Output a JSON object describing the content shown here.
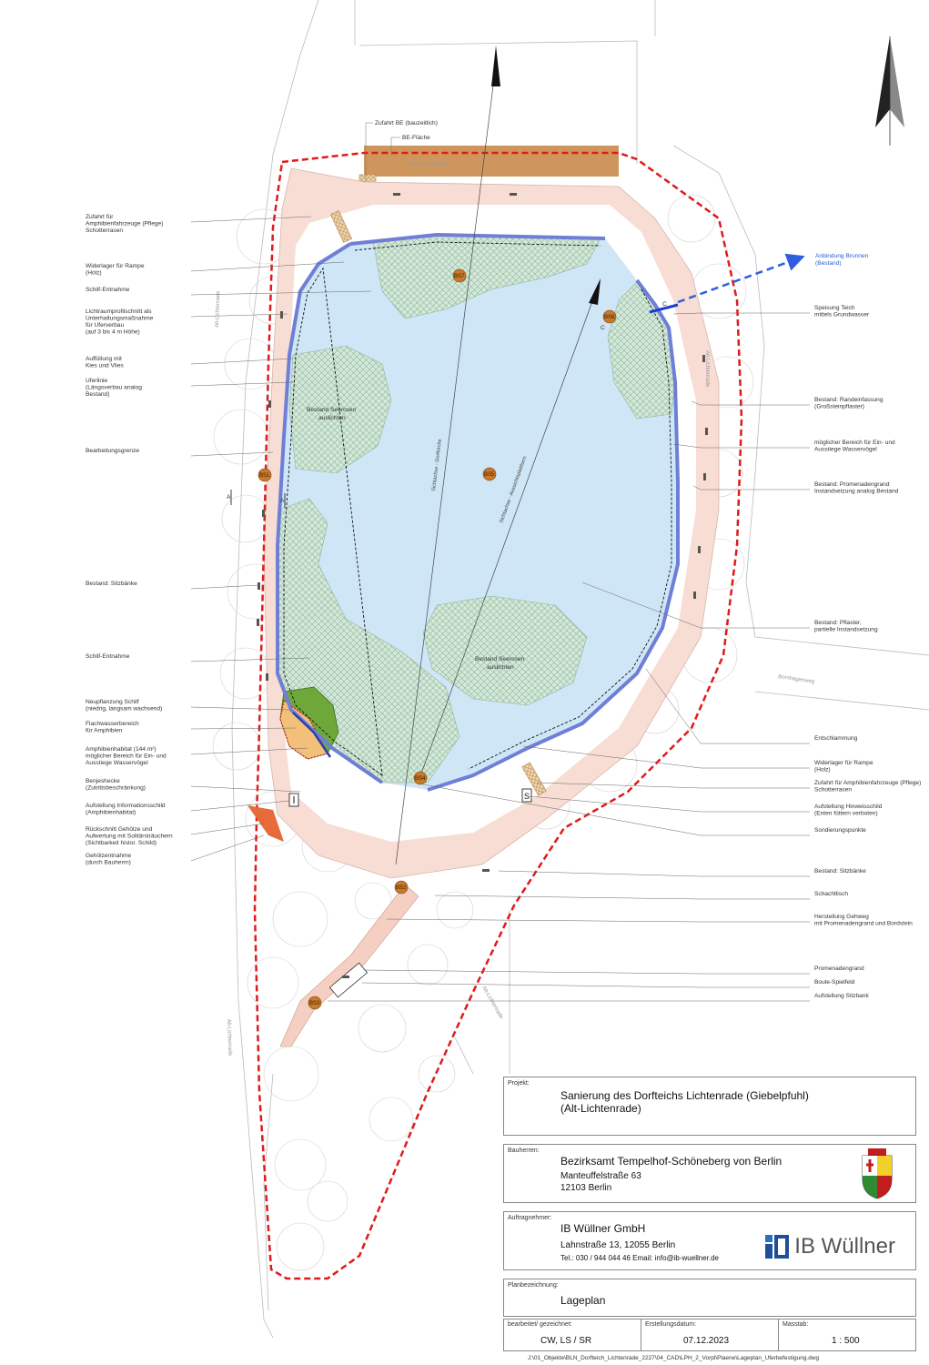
{
  "plan_labels": {
    "north": "Sichtachse - Dorfkirche",
    "sight_platform": "Sichtachse - Aussichtsplattform",
    "zufahrt_be": "Zufahrt BE (bauzeitlich)",
    "be_flaeche": "BE-Fläche",
    "anbindung_1": "Anbindung Brunnen",
    "anbindung_2": "(Bestand)",
    "seerosen_1a": "Bestand Seerosen",
    "seerosen_1b": "auslichten",
    "seerosen_2a": "Bestand Seerosen",
    "seerosen_2b": "auslichten"
  },
  "street_names": {
    "north": "Alt-Lichtenrade",
    "west": "Alt-Lichtenrade",
    "east": "Alt-Lichtenrade",
    "southwest": "Alt-Lichtenrade",
    "southeast": "Alt-Lichtenrade",
    "bornhagen": "Bornhagenweg"
  },
  "left_labels": [
    {
      "lines": [
        "Zufahrt für",
        "Amphibienfahrzeuge (Pflege)",
        "Schotterrasen"
      ]
    },
    {
      "lines": [
        "Widerlager für Rampe",
        "(Holz)"
      ]
    },
    {
      "lines": [
        "Schilf-Entnahme"
      ]
    },
    {
      "lines": [
        "Lichtraumprofilschnitt als",
        "Unterhaltungsmaßnahme",
        "für Uferverbau",
        "(auf 3 bis 4 m Höhe)"
      ]
    },
    {
      "lines": [
        "Auffüllung mit",
        "Kies und Vlies"
      ]
    },
    {
      "lines": [
        "Uferlinie",
        "(Längsverbau analog",
        "Bestand)"
      ]
    },
    {
      "lines": [
        "Bearbeitungsgrenze"
      ]
    },
    {
      "lines": [
        "Bestand:  Sitzbänke"
      ]
    },
    {
      "lines": [
        "Schilf-Entnahme"
      ]
    },
    {
      "lines": [
        "Neupflanzung Schilf",
        "(niedrig, langsam wachsend)"
      ]
    },
    {
      "lines": [
        "Flachwasserbereich",
        "für Amphibien"
      ]
    },
    {
      "lines": [
        "Amphibienhabitat (144 m²)",
        "möglicher Bereich für Ein- und",
        "Ausstiege Wasservögel"
      ]
    },
    {
      "lines": [
        "Benjeshecke",
        "(Zutrittsbeschränkung)"
      ]
    },
    {
      "lines": [
        "Aufstellung Informationsschild",
        "(Amphibienhabitat)"
      ]
    },
    {
      "lines": [
        "Rückschnitt Gehölze und",
        "Aufwertung mit Solitärsträuchern",
        "(Sichtbarkeit histor. Schild)"
      ]
    },
    {
      "lines": [
        "Gehölzentnahme",
        "(durch Bauherrn)"
      ]
    }
  ],
  "right_labels": [
    {
      "lines": [
        "Speisung Teich",
        "mittels Grundwasser"
      ]
    },
    {
      "lines": [
        "Bestand:    Randeinfassung",
        "(Großsteinpflaster)"
      ]
    },
    {
      "lines": [
        "möglicher Bereich für Ein- und",
        "Ausstiege Wasservögel"
      ]
    },
    {
      "lines": [
        "Bestand:    Promenadengrand",
        "Instandsetzung analog Bestand"
      ]
    },
    {
      "lines": [
        "Bestand:    Pflaster,",
        "partielle Instandsetzung"
      ]
    },
    {
      "lines": [
        "Entschlammung"
      ]
    },
    {
      "lines": [
        "Widerlager für Rampe",
        "(Holz)"
      ]
    },
    {
      "lines": [
        "Zufahrt für Amphibienfahrzeuge (Pflege)",
        "Schotterrasen"
      ]
    },
    {
      "lines": [
        "Aufstellung Hinweisschild",
        "(Enten füttern verboten)"
      ]
    },
    {
      "lines": [
        "Sondierungspunkte"
      ]
    },
    {
      "lines": [
        "Bestand:    Sitzbänke"
      ]
    },
    {
      "lines": [
        "Schachtlisch"
      ]
    },
    {
      "lines": [
        "Herstellung Gehweg",
        "mit Promenadengrand und Bordstein"
      ]
    },
    {
      "lines": [
        "Promenadengrand"
      ]
    },
    {
      "lines": [
        "Boule-Spielfeld"
      ]
    },
    {
      "lines": [
        "Aufstellung Sitzbank"
      ]
    }
  ],
  "sounding_points": [
    "BS7",
    "BS6",
    "BS1",
    "BS5",
    "BS4",
    "BS2",
    "BS3"
  ],
  "section_marks": {
    "a1": "A",
    "a2": "A",
    "c1": "C",
    "c2": "C"
  },
  "title_block": {
    "projekt_caption": "Projekt:",
    "projekt_line1": "Sanierung des Dorfteichs Lichtenrade (Giebelpfuhl)",
    "projekt_line2": "(Alt-Lichtenrade)",
    "bauherr_caption": "Bauherren:",
    "bauherr_name": "Bezirksamt Tempelhof-Schöneberg von Berlin",
    "bauherr_street": "Manteuffelstraße 63",
    "bauherr_city": "12103 Berlin",
    "auftrag_caption": "Auftragnehmer:",
    "auftrag_name": "IB Wüllner GmbH",
    "auftrag_street": "Lahnstraße 13, 12055 Berlin",
    "auftrag_contact": "Tel.: 030 / 944 044 46   Email: info@ib-wuellner.de",
    "logo_text": "IB Wüllner",
    "plan_caption": "Planbezeichnung:",
    "plan_name": "Lageplan",
    "bearbeitet_caption": "bearbeitet/ gezeichnet:",
    "bearbeitet_value": "CW, LS / SR",
    "datum_caption": "Erstellungsdatum:",
    "datum_value": "07.12.2023",
    "massstab_caption": "Masstab:",
    "massstab_value": "1 : 500",
    "file_path": "J:\\01_Objekte\\BLN_Dorfteich_Lichtenrade_2227\\04_CAD\\LPH_2_Vorpl\\Plaene\\Lageplan_Uferbefestigung.dwg"
  },
  "colors": {
    "water": "#cfe6f7",
    "promenade": "#f7ddd3",
    "shore_line": "#6f7fd6",
    "boundary": "#e01a1a",
    "be_area": "#c98b4a",
    "reeds": "#6fa83a",
    "bs_marker": "#c87a2a",
    "arrow_blue": "#2f5fe0"
  }
}
